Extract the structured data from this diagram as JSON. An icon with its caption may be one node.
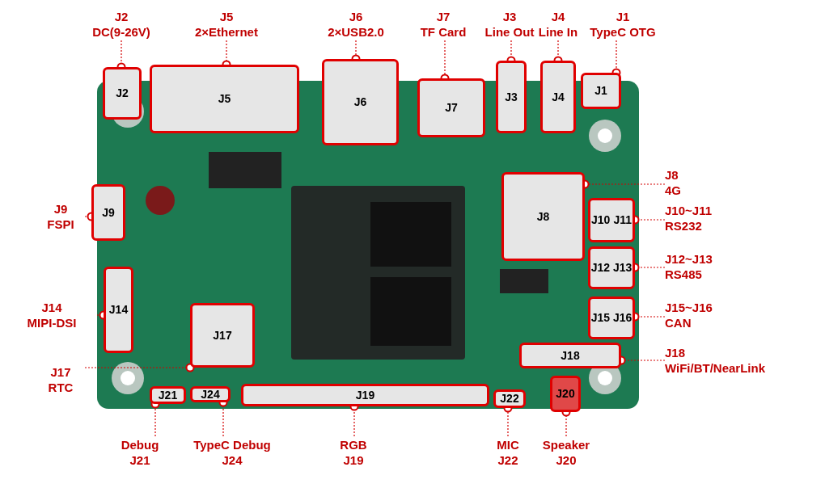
{
  "diagram": {
    "nodes": [
      {
        "text": [
          "J2",
          "DC(9-26V)"
        ]
      },
      {
        "text": [
          "J2"
        ]
      },
      {
        "text": [
          "J5",
          "2×Ethernet"
        ]
      },
      {
        "text": [
          "J5"
        ]
      },
      {
        "text": [
          "J6",
          "2×USB2.0"
        ]
      },
      {
        "text": [
          "J6"
        ]
      },
      {
        "text": [
          "J7",
          "TF Card"
        ]
      },
      {
        "text": [
          "J7"
        ]
      },
      {
        "text": [
          "J3",
          "Line Out"
        ]
      },
      {
        "text": [
          "J3"
        ]
      },
      {
        "text": [
          "J4",
          "Line In"
        ]
      },
      {
        "text": [
          "J4"
        ]
      },
      {
        "text": [
          "J1",
          "TypeC OTG"
        ]
      },
      {
        "text": [
          "J1"
        ]
      },
      {
        "text": [
          "J8",
          "4G"
        ]
      },
      {
        "text": [
          "J8"
        ]
      },
      {
        "text": [
          "J10~J11",
          "RS232"
        ]
      },
      {
        "text": [
          "J10",
          "J11"
        ]
      },
      {
        "text": [
          "J12~J13",
          "RS485"
        ]
      },
      {
        "text": [
          "J12",
          "J13"
        ]
      },
      {
        "text": [
          "J15~J16",
          "CAN"
        ]
      },
      {
        "text": [
          "J15",
          "J16"
        ]
      },
      {
        "text": [
          "J18",
          "WiFi/BT/NearLink"
        ]
      },
      {
        "text": [
          "J18"
        ]
      },
      {
        "text": [
          "J9",
          "FSPI"
        ]
      },
      {
        "text": [
          "J9"
        ]
      },
      {
        "text": [
          "J14",
          "MIPI-DSI"
        ]
      },
      {
        "text": [
          "J14"
        ]
      },
      {
        "text": [
          "J17",
          "RTC"
        ]
      },
      {
        "text": [
          "J17"
        ]
      },
      {
        "text": [
          "Debug",
          "J21"
        ]
      },
      {
        "text": [
          "J21"
        ]
      },
      {
        "text": [
          "TypeC Debug",
          "J24"
        ]
      },
      {
        "text": [
          "J24"
        ]
      },
      {
        "text": [
          "RGB",
          "J19"
        ]
      },
      {
        "text": [
          "J19"
        ]
      },
      {
        "text": [
          "MIC",
          "J22"
        ]
      },
      {
        "text": [
          "J22"
        ]
      },
      {
        "text": [
          "Speaker",
          "J20"
        ]
      },
      {
        "text": [
          "J20"
        ]
      }
    ],
    "edges": [
      {
        "from": 0,
        "to": 1,
        "arrow": "other",
        "style": "dashed"
      },
      {
        "from": 2,
        "to": 3,
        "arrow": "other",
        "style": "dashed"
      },
      {
        "from": 4,
        "to": 5,
        "arrow": "other",
        "style": "dashed"
      },
      {
        "from": 6,
        "to": 7,
        "arrow": "other",
        "style": "dashed"
      },
      {
        "from": 8,
        "to": 9,
        "arrow": "other",
        "style": "dashed"
      },
      {
        "from": 10,
        "to": 11,
        "arrow": "other",
        "style": "dashed"
      },
      {
        "from": 12,
        "to": 13,
        "arrow": "other",
        "style": "dashed"
      },
      {
        "from": 14,
        "to": 15,
        "arrow": "other",
        "style": "dashed"
      },
      {
        "from": 16,
        "to": 17,
        "arrow": "other",
        "style": "dashed"
      },
      {
        "from": 18,
        "to": 19,
        "arrow": "other",
        "style": "dashed"
      },
      {
        "from": 20,
        "to": 21,
        "arrow": "other",
        "style": "dashed"
      },
      {
        "from": 22,
        "to": 23,
        "arrow": "other",
        "style": "dashed"
      },
      {
        "from": 24,
        "to": 25,
        "arrow": "other",
        "style": "dashed"
      },
      {
        "from": 26,
        "to": 27,
        "arrow": "other",
        "style": "dashed"
      },
      {
        "from": 28,
        "to": 29,
        "arrow": "other",
        "style": "dashed"
      },
      {
        "from": 30,
        "to": 31,
        "arrow": "other",
        "style": "dashed"
      },
      {
        "from": 32,
        "to": 33,
        "arrow": "other",
        "style": "dashed"
      },
      {
        "from": 34,
        "to": 35,
        "arrow": "other",
        "style": "dashed"
      },
      {
        "from": 36,
        "to": 37,
        "arrow": "other",
        "style": "dashed"
      },
      {
        "from": 38,
        "to": 39,
        "arrow": "other",
        "style": "dashed"
      }
    ]
  }
}
